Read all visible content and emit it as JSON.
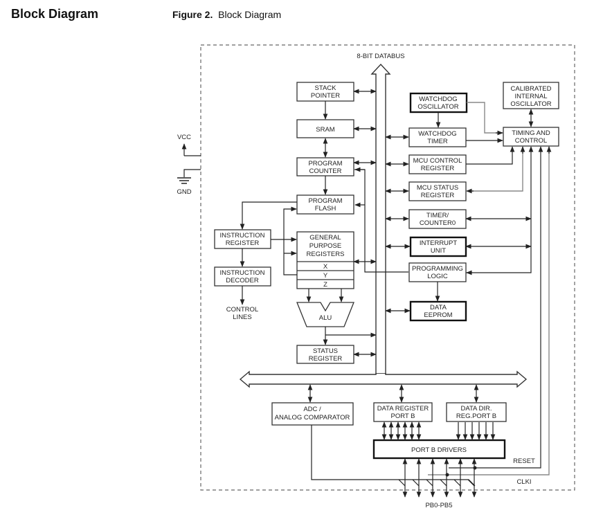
{
  "page": {
    "section_title": "Block Diagram",
    "figure_label": "Figure 2.",
    "figure_title": "Block Diagram"
  },
  "diagram": {
    "databus_label": "8-BIT DATABUS",
    "power": {
      "vcc": "VCC",
      "gnd": "GND"
    },
    "blocks": {
      "stack_pointer": [
        "STACK",
        "POINTER"
      ],
      "sram": [
        "SRAM"
      ],
      "program_counter": [
        "PROGRAM",
        "COUNTER"
      ],
      "program_flash": [
        "PROGRAM",
        "FLASH"
      ],
      "instruction_register": [
        "INSTRUCTION",
        "REGISTER"
      ],
      "instruction_decoder": [
        "INSTRUCTION",
        "DECODER"
      ],
      "control_lines": [
        "CONTROL",
        "LINES"
      ],
      "general_purpose_registers": [
        "GENERAL",
        "PURPOSE",
        "REGISTERS"
      ],
      "gpr_x": "X",
      "gpr_y": "Y",
      "gpr_z": "Z",
      "alu": "ALU",
      "status_register": [
        "STATUS",
        "REGISTER"
      ],
      "watchdog_oscillator": [
        "WATCHDOG",
        "OSCILLATOR"
      ],
      "watchdog_timer": [
        "WATCHDOG",
        "TIMER"
      ],
      "calibrated_oscillator": [
        "CALIBRATED",
        "INTERNAL",
        "OSCILLATOR"
      ],
      "timing_control": [
        "TIMING AND",
        "CONTROL"
      ],
      "mcu_control_register": [
        "MCU CONTROL",
        "REGISTER"
      ],
      "mcu_status_register": [
        "MCU STATUS",
        "REGISTER"
      ],
      "timer_counter0": [
        "TIMER/",
        "COUNTER0"
      ],
      "interrupt_unit": [
        "INTERRUPT",
        "UNIT"
      ],
      "programming_logic": [
        "PROGRAMMING",
        "LOGIC"
      ],
      "data_eeprom": [
        "DATA",
        "EEPROM"
      ],
      "adc": [
        "ADC /",
        "ANALOG COMPARATOR"
      ],
      "data_register_port_b": [
        "DATA REGISTER",
        "PORT B"
      ],
      "data_dir_port_b": [
        "DATA DIR.",
        "REG.PORT B"
      ],
      "port_b_drivers": "PORT B DRIVERS"
    },
    "signals": {
      "reset": "RESET",
      "clki": "CLKI",
      "pins": "PB0-PB5"
    }
  }
}
